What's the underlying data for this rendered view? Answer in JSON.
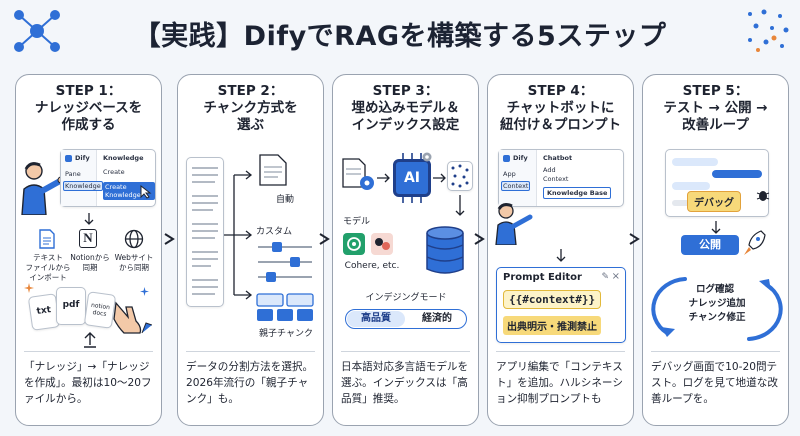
{
  "title": "【実践】DifyでRAGを構築する5ステップ",
  "steps": [
    {
      "heading": [
        "STEP 1：",
        "ナレッジベースを",
        "作成する"
      ],
      "ui": {
        "app": "Dify",
        "side1": "Pane",
        "side2": "Knowledge",
        "panel_title": "Knowledge",
        "panel_item": "Create",
        "panel_button": "Create Knowledge"
      },
      "sources": [
        "テキスト\nファイルから\nインポート",
        "Notionから\n同期",
        "Webサイト\nから同期"
      ],
      "files": [
        "txt",
        "pdf",
        "notion\ndocs"
      ],
      "desc": "「ナレッジ」→「ナレッジを作成」。最初は10〜20ファイルから。"
    },
    {
      "heading": [
        "STEP 2：",
        "チャンク方式を",
        "選ぶ"
      ],
      "options": [
        "自動",
        "カスタム",
        "親子チャンク"
      ],
      "desc": "データの分割方法を選択。2026年流行の「親子チャンク」も。"
    },
    {
      "heading": [
        "STEP 3：",
        "埋め込みモデル＆",
        "インデックス設定"
      ],
      "chip": "AI",
      "model_label": "モデル",
      "model_names": "Cohere, etc.",
      "mode_label": "インデジングモード",
      "mode_options": [
        "高品質",
        "経済的"
      ],
      "desc": "日本語対応多言語モデルを選ぶ。インデックスは「高品質」推奨。"
    },
    {
      "heading": [
        "STEP 4：",
        "チャットボットに",
        "紐付け＆プロンプト"
      ],
      "ui": {
        "app": "Dify",
        "side1": "App",
        "side2": "Context",
        "panel_title": "Chatbot",
        "panel_item": "Add",
        "panel_sub": "Context",
        "panel_button": "Knowledge Base"
      },
      "editor_title": "Prompt Editor",
      "editor_var": "{{#context#}}",
      "editor_note": "出典明示・推測禁止",
      "desc": "アプリ編集で「コンテキスト」を追加。ハルシネーション抑制プロンプトも"
    },
    {
      "heading": [
        "STEP 5：",
        "テスト → 公開 →",
        "改善ループ"
      ],
      "debug": "デバッグ",
      "publish": "公開",
      "loop": [
        "ログ確認",
        "ナレッジ追加",
        "チャンク修正"
      ],
      "desc": "デバッグ画面で10-20問テスト。ログを見て地道な改善ループを。"
    }
  ],
  "colors": {
    "accent": "#2f6fd6",
    "accent_light": "#dbe8fb",
    "yellow": "#f7d97a",
    "yellow_bg": "#fdf3c8",
    "green": "#22a06b",
    "orange": "#e8863a",
    "navy": "#1f3f8a"
  }
}
